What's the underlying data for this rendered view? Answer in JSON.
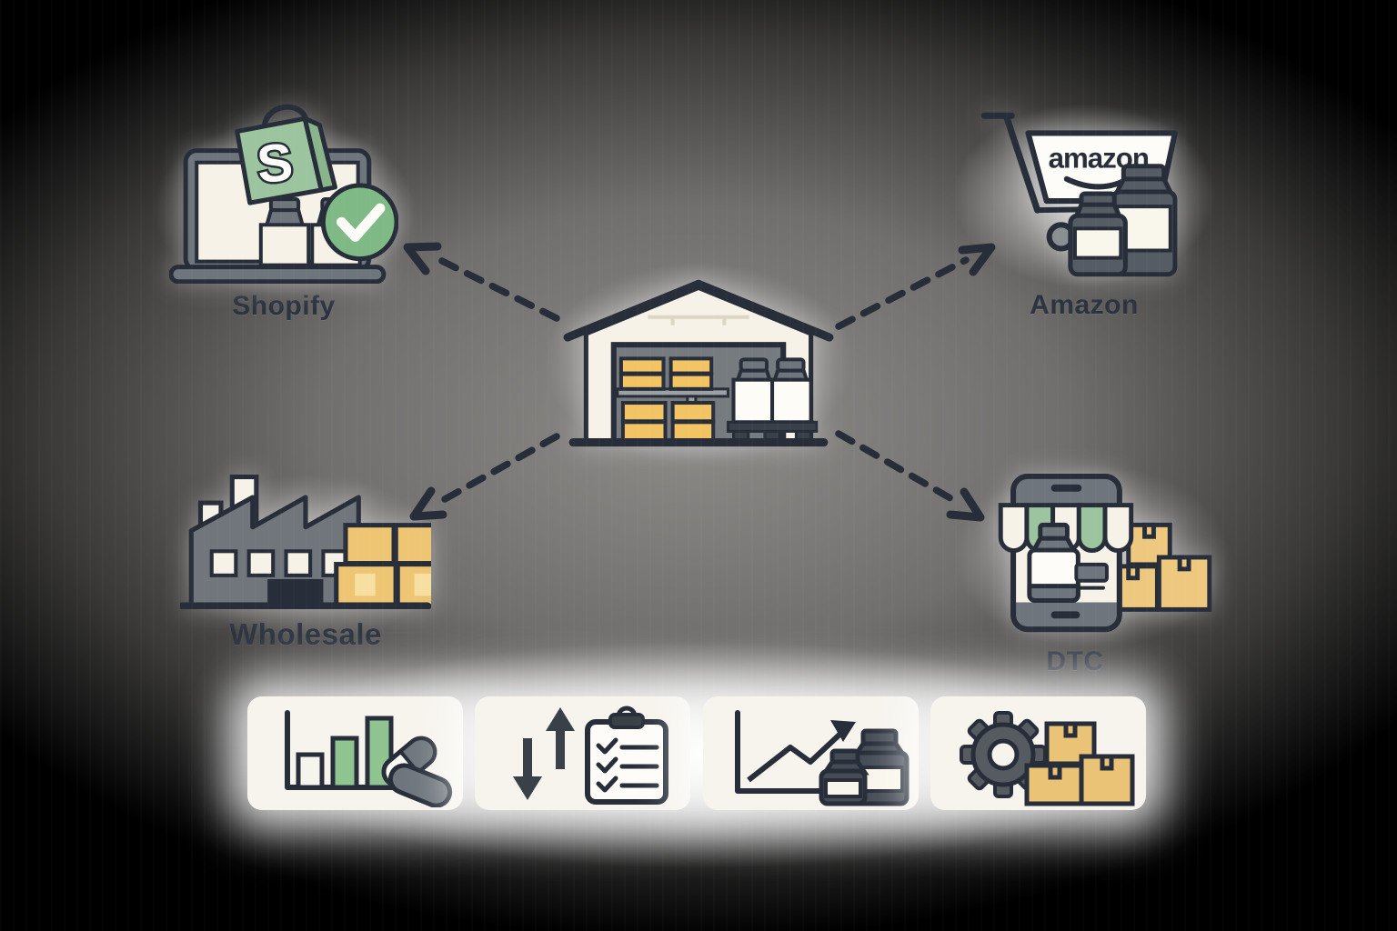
{
  "diagram": {
    "description": "Central warehouse distributing supplement products to four sales channels",
    "center_node": {
      "icon": "warehouse-icon"
    },
    "channels": [
      {
        "id": "shopify",
        "label": "Shopify",
        "icon": "shopify-laptop-icon",
        "bag_letter": "S",
        "position": "top-left"
      },
      {
        "id": "amazon",
        "label": "Amazon",
        "icon": "amazon-cart-icon",
        "cart_text": "amazon",
        "position": "top-right"
      },
      {
        "id": "wholesale",
        "label": "Wholesale",
        "icon": "factory-boxes-icon",
        "position": "bottom-left"
      },
      {
        "id": "dtc",
        "label": "DTC",
        "icon": "mobile-storefront-icon",
        "position": "bottom-right"
      }
    ],
    "connectors": [
      {
        "from": "warehouse",
        "to": "shopify",
        "style": "dashed-arrow"
      },
      {
        "from": "warehouse",
        "to": "amazon",
        "style": "dashed-arrow"
      },
      {
        "from": "warehouse",
        "to": "wholesale",
        "style": "dashed-arrow"
      },
      {
        "from": "warehouse",
        "to": "dtc",
        "style": "dashed-arrow"
      }
    ],
    "feature_cards": [
      {
        "icon": "bar-chart-pills-icon"
      },
      {
        "icon": "sort-arrows-checklist-icon"
      },
      {
        "icon": "growth-chart-bottles-icon"
      },
      {
        "icon": "gear-boxes-icon"
      }
    ],
    "colors": {
      "outline": "#272e3a",
      "cream": "#f6f2e7",
      "green": "#9cc49e",
      "check_green": "#7fba86",
      "bar_green": "#8fc491",
      "gray_mid": "#6e757c",
      "box_yellow": "#f3c463",
      "carton_tan": "#eac377",
      "bottle_charcoal": "#4d535c",
      "card_bg": "#f7f4ee",
      "background": "#000000"
    }
  }
}
